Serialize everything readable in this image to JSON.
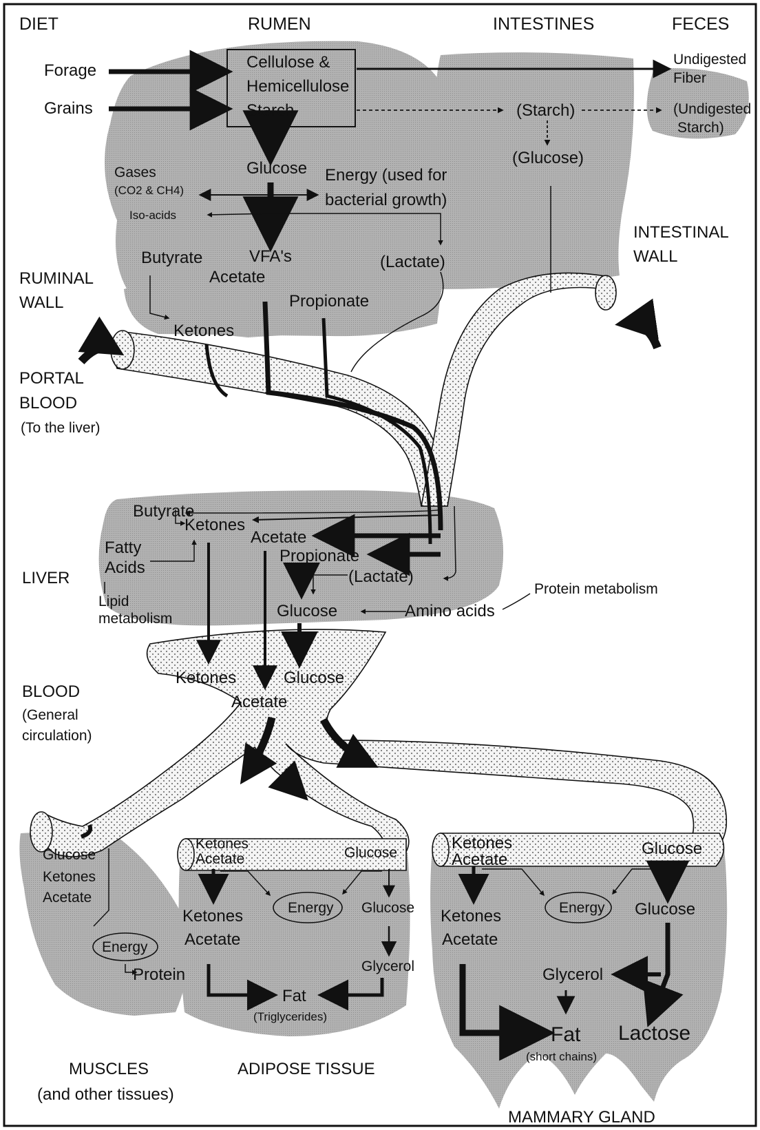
{
  "headers": {
    "diet": "DIET",
    "rumen": "RUMEN",
    "intestines": "INTESTINES",
    "feces": "FECES"
  },
  "sections": {
    "ruminal_wall_1": "RUMINAL",
    "ruminal_wall_2": "WALL",
    "intestinal_wall_1": "INTESTINAL",
    "intestinal_wall_2": "WALL",
    "portal_blood_1": "PORTAL",
    "portal_blood_2": "BLOOD",
    "portal_blood_3": "(To the liver)",
    "liver": "LIVER",
    "blood_1": "BLOOD",
    "blood_2": "(General",
    "blood_3": "circulation)",
    "muscles_1": "MUSCLES",
    "muscles_2": "(and other tissues)",
    "adipose": "ADIPOSE TISSUE",
    "mammary": "MAMMARY GLAND"
  },
  "diet": {
    "forage": "Forage",
    "grains": "Grains"
  },
  "rumen": {
    "cellulose_1": "Cellulose &",
    "cellulose_2": "Hemicellulose",
    "starch": "Starch",
    "glucose": "Glucose",
    "gases_1": "Gases",
    "gases_2": "(CO2 & CH4)",
    "iso_acids": "Iso-acids",
    "energy_1": "Energy (used for",
    "energy_2": "bacterial growth)",
    "vfas": "VFA's",
    "butyrate": "Butyrate",
    "acetate": "Acetate",
    "propionate": "Propionate",
    "lactate": "(Lactate)",
    "ketones": "Ketones"
  },
  "intestines": {
    "starch": "(Starch)",
    "glucose": "(Glucose)"
  },
  "feces": {
    "undigested_fiber_1": "Undigested",
    "undigested_fiber_2": "Fiber",
    "undigested_starch_1": "(Undigested",
    "undigested_starch_2": "Starch)"
  },
  "liver": {
    "butyrate": "Butyrate",
    "ketones": "Ketones",
    "acetate": "Acetate",
    "fatty_acids_1": "Fatty",
    "fatty_acids_2": "Acids",
    "lipid_1": "Lipid",
    "lipid_2": "metabolism",
    "propionate": "Propionate",
    "lactate": "(Lactate)",
    "glucose": "Glucose",
    "amino_acids": "Amino acids",
    "protein_metabolism": "Protein metabolism"
  },
  "blood": {
    "ketones": "Ketones",
    "glucose": "Glucose",
    "acetate": "Acetate"
  },
  "muscles": {
    "glucose": "Glucose",
    "ketones": "Ketones",
    "acetate": "Acetate",
    "energy": "Energy",
    "protein": "Protein"
  },
  "adipose": {
    "vessel_ketones": "Ketones",
    "vessel_acetate": "Acetate",
    "vessel_glucose": "Glucose",
    "ketones": "Ketones",
    "acetate": "Acetate",
    "energy": "Energy",
    "glucose": "Glucose",
    "glycerol": "Glycerol",
    "fat": "Fat",
    "triglycerides": "(Triglycerides)"
  },
  "mammary": {
    "vessel_ketones": "Ketones",
    "vessel_acetate": "Acetate",
    "vessel_glucose": "Glucose",
    "ketones": "Ketones",
    "acetate": "Acetate",
    "energy": "Energy",
    "glucose": "Glucose",
    "glycerol": "Glycerol",
    "fat": "Fat",
    "short_chains": "(short chains)",
    "lactose": "Lactose"
  },
  "colors": {
    "organ_fill": "#a9a9a9",
    "vessel_fill": "#f3f3f3",
    "line": "#111111"
  }
}
